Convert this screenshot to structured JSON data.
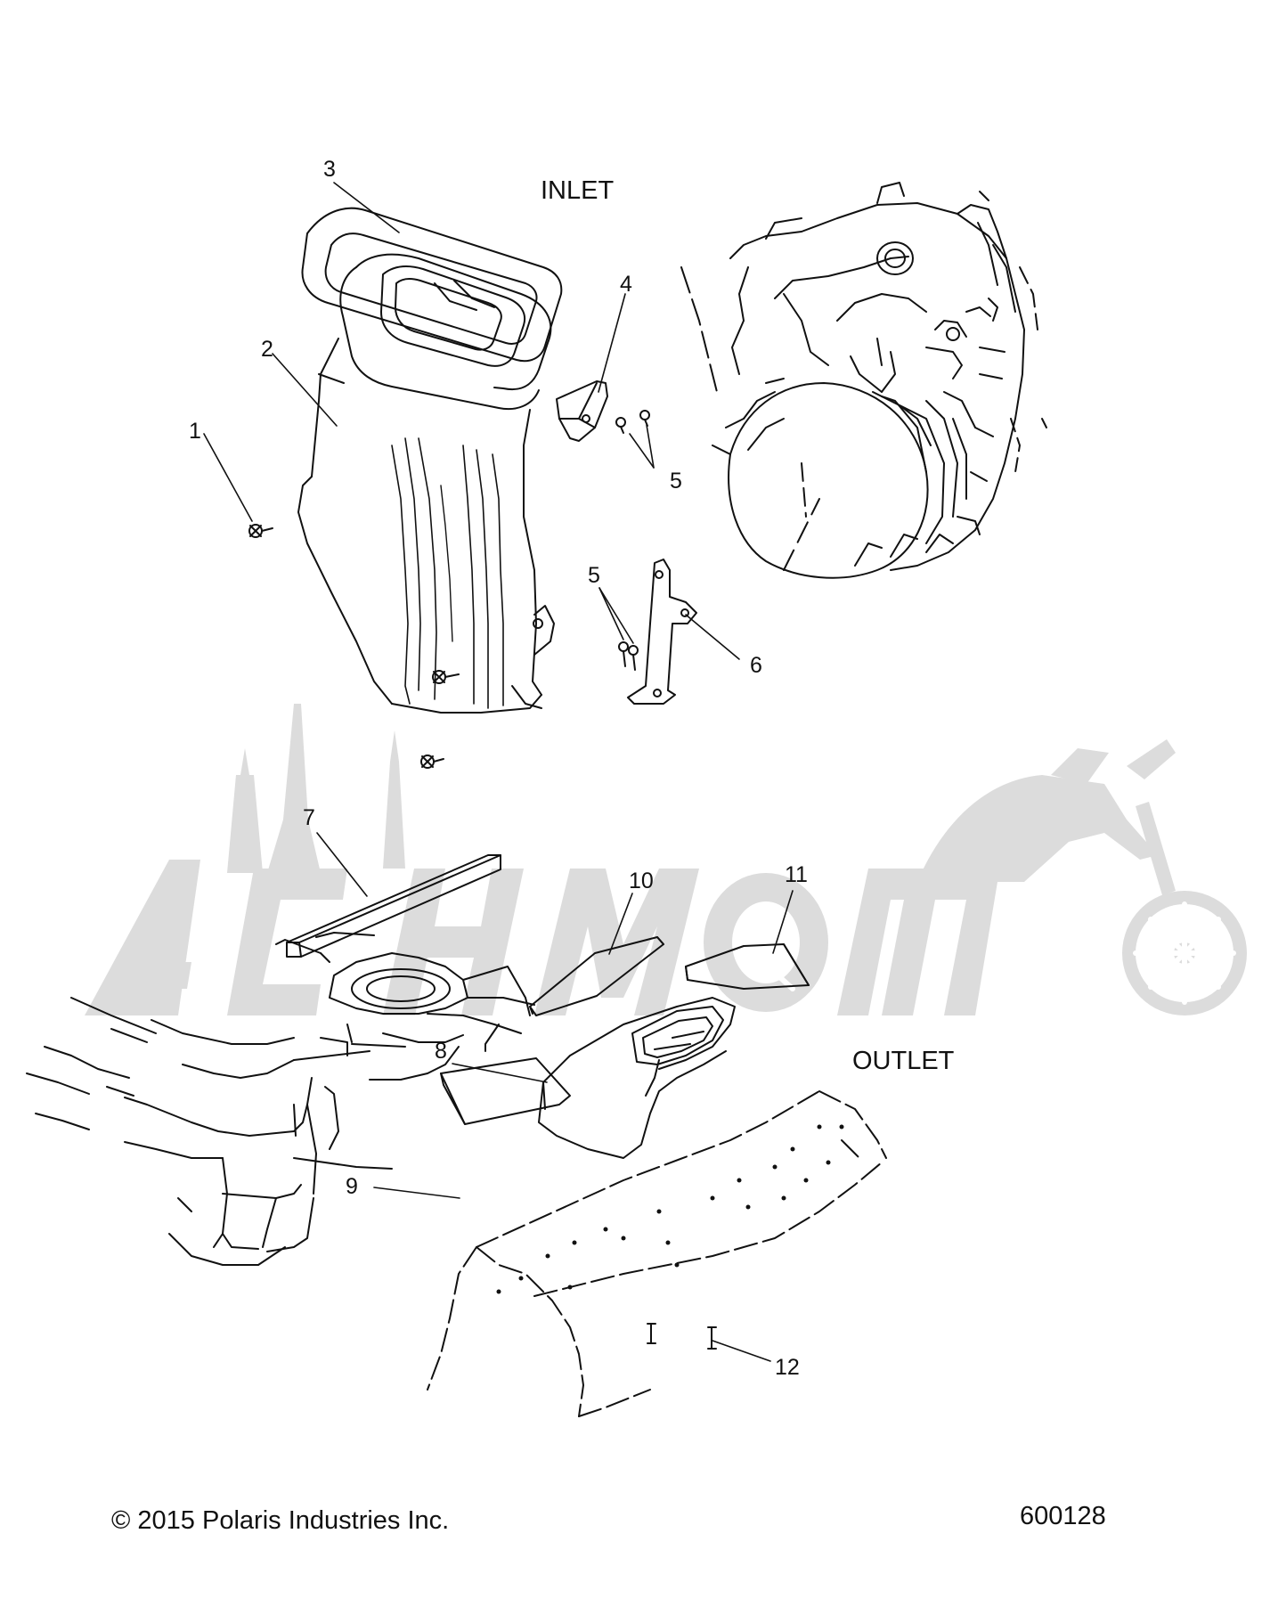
{
  "titles": {
    "inlet": "INLET",
    "outlet": "OUTLET"
  },
  "callouts": [
    {
      "id": "1",
      "text": "1"
    },
    {
      "id": "2",
      "text": "2"
    },
    {
      "id": "3",
      "text": "3"
    },
    {
      "id": "4",
      "text": "4"
    },
    {
      "id": "5a",
      "text": "5"
    },
    {
      "id": "5b",
      "text": "5"
    },
    {
      "id": "6",
      "text": "6"
    },
    {
      "id": "7",
      "text": "7"
    },
    {
      "id": "8",
      "text": "8"
    },
    {
      "id": "9",
      "text": "9"
    },
    {
      "id": "10",
      "text": "10"
    },
    {
      "id": "11",
      "text": "11"
    },
    {
      "id": "12",
      "text": "12"
    }
  ],
  "footer": {
    "copyright": "© 2015 Polaris Industries Inc.",
    "diagram_number": "600128"
  },
  "watermark": {
    "text": "ACHMOTO"
  },
  "colors": {
    "line": "#111111",
    "watermark": "#dcdcdc"
  }
}
